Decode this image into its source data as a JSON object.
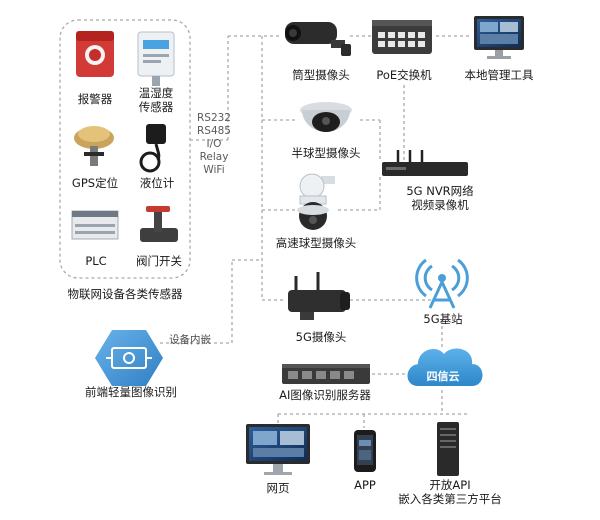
{
  "sensors": {
    "alarm": "报警器",
    "temp_humidity": "温湿度\n传感器",
    "gps": "GPS定位",
    "level": "液位计",
    "plc": "PLC",
    "valve": "阀门开关",
    "group_caption": "物联网设备各类传感器"
  },
  "protocols": [
    "RS232",
    "RS485",
    "I/O",
    "Relay",
    "WiFi"
  ],
  "devices": {
    "bullet_camera": "筒型摄像头",
    "poe_switch": "PoE交换机",
    "local_mgmt": "本地管理工具",
    "dome_camera": "半球型摄像头",
    "nvr": "5G NVR网络\n视频录像机",
    "speed_dome": "高速球型摄像头",
    "camera_5g": "5G摄像头",
    "base_station": "5G基站",
    "cloud": "四信云",
    "ai_server": "AI图像识别服务器",
    "edge_ai": "前端轻量图像识别",
    "edge_ai_link": "设备内嵌"
  },
  "clients": {
    "web": "网页",
    "app": "APP",
    "open_api": "开放API\n嵌入各类第三方平台"
  },
  "colors": {
    "line": "#a9a9a9",
    "cloud": "#3d9ad8",
    "hex": "#3f8fd2",
    "tower": "#4a9fd8"
  }
}
